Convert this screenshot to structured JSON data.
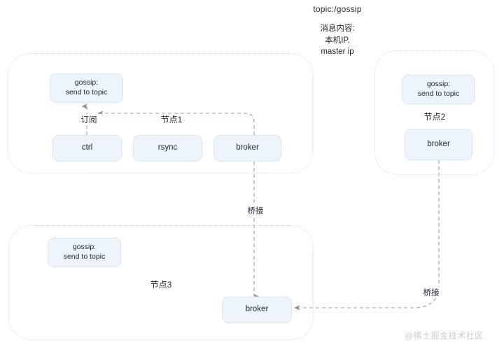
{
  "diagram": {
    "title_note": "topic:/gossip",
    "message_note": "消息内容:\n本机IP,\nmaster ip",
    "watermark": "@稀土掘金技术社区",
    "groups": [
      {
        "id": "node1",
        "label": "节点1"
      },
      {
        "id": "node2",
        "label": "节点2"
      },
      {
        "id": "node3",
        "label": "节点3"
      }
    ],
    "boxes": {
      "node1_gossip": "gossip:\nsend to topic",
      "node1_ctrl": "ctrl",
      "node1_rsync": "rsync",
      "node1_broker": "broker",
      "node2_gossip": "gossip:\nsend to topic",
      "node2_broker": "broker",
      "node3_gossip": "gossip:\nsend to topic",
      "node3_broker": "broker"
    },
    "edges": {
      "subscribe": "订阅",
      "bridge_node1_node3": "桥接",
      "bridge_node2_node3": "桥接"
    },
    "colors": {
      "box_fill": "#eef4fb",
      "box_border": "#cfd9e6",
      "group_border": "#d8dde6",
      "connector": "#9aa3ad",
      "text": "#23282e",
      "watermark": "#c9ccd1"
    }
  }
}
